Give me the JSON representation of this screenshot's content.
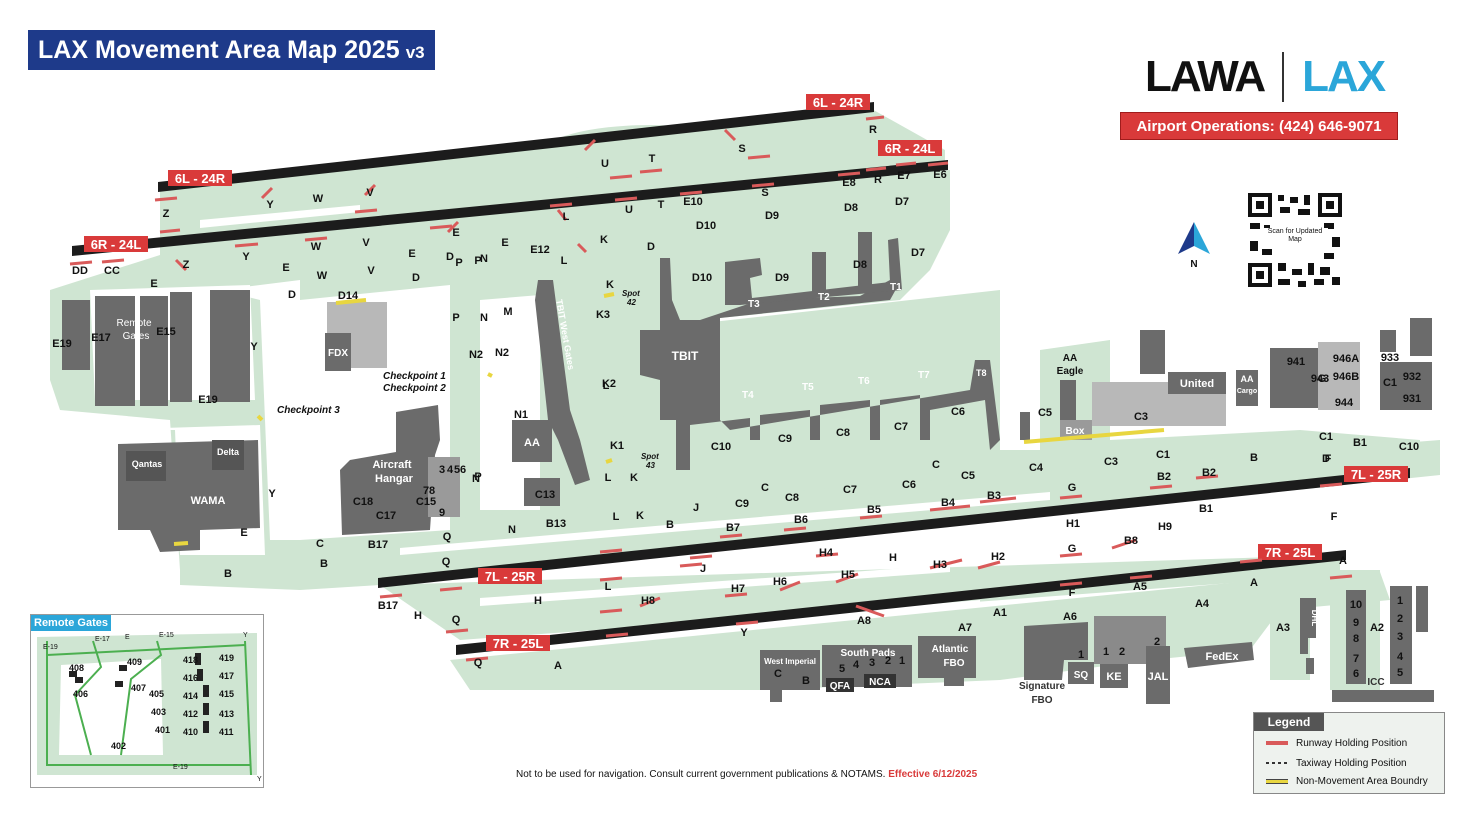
{
  "header": {
    "title": "LAX Movement Area Map 2025",
    "version": "v3",
    "logo_left": "LAWA",
    "logo_right": "LAX",
    "ops_phone": "Airport Operations: (424) 646-9071",
    "qr_caption": "Scan for Updated Map",
    "north": "N"
  },
  "colors": {
    "title_bg": "#1e3a8a",
    "ops_bg": "#d93a3a",
    "taxiway": "#cfe5d2",
    "runway": "#1c1c1c",
    "runway_hold": "#d95a5a",
    "building": "#6b6b6b",
    "building_light": "#b8b8b8",
    "non_movement": "#e8d640",
    "lax_blue": "#2ba6d9"
  },
  "runways": [
    {
      "name": "6L - 24R",
      "label_left": "6L - 24R",
      "label_right": "6L - 24R"
    },
    {
      "name": "6R - 24L",
      "label_left": "6R - 24L",
      "label_right": "6R - 24L"
    },
    {
      "name": "7L - 25R",
      "label_left": "7L - 25R",
      "label_right": "7L - 25R"
    },
    {
      "name": "7R - 25L",
      "label_left": "7R - 25L",
      "label_right": "7R - 25L"
    }
  ],
  "terminals": [
    "T1",
    "T2",
    "T3",
    "T4",
    "T5",
    "T6",
    "T7",
    "T8",
    "TBIT"
  ],
  "facilities": {
    "tbit_west": "TBIT West Gates",
    "fdx": "FDX",
    "aa": "AA",
    "hangar_line1": "Aircraft",
    "hangar_line2": "Hangar",
    "wama": "WAMA",
    "qantas": "Qantas",
    "delta": "Delta",
    "remote_line1": "Remote",
    "remote_line2": "Gates",
    "aa_eagle_line1": "AA",
    "aa_eagle_line2": "Eagle",
    "united": "United",
    "aa_cargo_line1": "AA",
    "aa_cargo_line2": "Cargo",
    "box": "Box",
    "west_imperial": "West Imperial",
    "south_pads": "South Pads",
    "atlantic_line1": "Atlantic",
    "atlantic_line2": "FBO",
    "qfa": "QFA",
    "nca": "NCA",
    "signature_line1": "Signature",
    "signature_line2": "FBO",
    "sq": "SQ",
    "ke": "KE",
    "jal": "JAL",
    "fedex": "FedEx",
    "icc": "ICC",
    "dhl": "DHL",
    "checkpoint1": "Checkpoint 1",
    "checkpoint2": "Checkpoint 2",
    "checkpoint3": "Checkpoint 3",
    "spot42_line1": "Spot",
    "spot42_line2": "42",
    "spot43_line1": "Spot",
    "spot43_line2": "43"
  },
  "labels": [
    {
      "t": "DD"
    },
    {
      "t": "CC"
    },
    {
      "t": "Z"
    },
    {
      "t": "Z"
    },
    {
      "t": "Y"
    },
    {
      "t": "Y"
    },
    {
      "t": "W"
    },
    {
      "t": "W"
    },
    {
      "t": "W"
    },
    {
      "t": "V"
    },
    {
      "t": "V"
    },
    {
      "t": "V"
    },
    {
      "t": "E"
    },
    {
      "t": "E"
    },
    {
      "t": "E"
    },
    {
      "t": "E"
    },
    {
      "t": "E"
    },
    {
      "t": "D"
    },
    {
      "t": "D"
    },
    {
      "t": "D"
    },
    {
      "t": "D"
    },
    {
      "t": "P"
    },
    {
      "t": "P"
    },
    {
      "t": "P"
    },
    {
      "t": "P"
    },
    {
      "t": "N"
    },
    {
      "t": "N"
    },
    {
      "t": "N"
    },
    {
      "t": "N"
    },
    {
      "t": "M"
    },
    {
      "t": "N1"
    },
    {
      "t": "N2"
    },
    {
      "t": "N2"
    },
    {
      "t": "E12"
    },
    {
      "t": "L"
    },
    {
      "t": "L"
    },
    {
      "t": "L"
    },
    {
      "t": "L"
    },
    {
      "t": "L"
    },
    {
      "t": "L"
    },
    {
      "t": "K"
    },
    {
      "t": "K"
    },
    {
      "t": "K"
    },
    {
      "t": "K"
    },
    {
      "t": "K3"
    },
    {
      "t": "K2"
    },
    {
      "t": "K1"
    },
    {
      "t": "U"
    },
    {
      "t": "U"
    },
    {
      "t": "T"
    },
    {
      "t": "T"
    },
    {
      "t": "S"
    },
    {
      "t": "S"
    },
    {
      "t": "R"
    },
    {
      "t": "R"
    },
    {
      "t": "E10"
    },
    {
      "t": "E8"
    },
    {
      "t": "E7"
    },
    {
      "t": "E6"
    },
    {
      "t": "D10"
    },
    {
      "t": "D10"
    },
    {
      "t": "D9"
    },
    {
      "t": "D9"
    },
    {
      "t": "D8"
    },
    {
      "t": "D8"
    },
    {
      "t": "D7"
    },
    {
      "t": "D7"
    },
    {
      "t": "D14"
    },
    {
      "t": "E19"
    },
    {
      "t": "E19"
    },
    {
      "t": "E17"
    },
    {
      "t": "E15"
    },
    {
      "t": "C18"
    },
    {
      "t": "C17"
    },
    {
      "t": "C15"
    },
    {
      "t": "C13"
    },
    {
      "t": "B13"
    },
    {
      "t": "C"
    },
    {
      "t": "C"
    },
    {
      "t": "C"
    },
    {
      "t": "B"
    },
    {
      "t": "B"
    },
    {
      "t": "B"
    },
    {
      "t": "B"
    },
    {
      "t": "B17"
    },
    {
      "t": "B17"
    },
    {
      "t": "Q"
    },
    {
      "t": "Q"
    },
    {
      "t": "Q"
    },
    {
      "t": "Q"
    },
    {
      "t": "J"
    },
    {
      "t": "J"
    },
    {
      "t": "H"
    },
    {
      "t": "H"
    },
    {
      "t": "H"
    },
    {
      "t": "H9"
    },
    {
      "t": "H8"
    },
    {
      "t": "H7"
    },
    {
      "t": "H6"
    },
    {
      "t": "H5"
    },
    {
      "t": "H4"
    },
    {
      "t": "H3"
    },
    {
      "t": "H2"
    },
    {
      "t": "H1"
    },
    {
      "t": "B8"
    },
    {
      "t": "B7"
    },
    {
      "t": "B6"
    },
    {
      "t": "B5"
    },
    {
      "t": "B4"
    },
    {
      "t": "B3"
    },
    {
      "t": "B2"
    },
    {
      "t": "B2"
    },
    {
      "t": "B1"
    },
    {
      "t": "C10"
    },
    {
      "t": "C10"
    },
    {
      "t": "C9"
    },
    {
      "t": "C9"
    },
    {
      "t": "C8"
    },
    {
      "t": "C8"
    },
    {
      "t": "C7"
    },
    {
      "t": "C7"
    },
    {
      "t": "C6"
    },
    {
      "t": "C6"
    },
    {
      "t": "C5"
    },
    {
      "t": "C5"
    },
    {
      "t": "C4"
    },
    {
      "t": "C3"
    },
    {
      "t": "C3"
    },
    {
      "t": "C1"
    },
    {
      "t": "C1"
    },
    {
      "t": "G"
    },
    {
      "t": "G"
    },
    {
      "t": "G"
    },
    {
      "t": "F"
    },
    {
      "t": "F"
    },
    {
      "t": "F"
    },
    {
      "t": "A"
    },
    {
      "t": "A"
    },
    {
      "t": "A"
    },
    {
      "t": "A1"
    },
    {
      "t": "A2"
    },
    {
      "t": "A3"
    },
    {
      "t": "A4"
    },
    {
      "t": "A5"
    },
    {
      "t": "A6"
    },
    {
      "t": "A7"
    },
    {
      "t": "A8"
    },
    {
      "t": "Y"
    },
    {
      "t": "Y"
    },
    {
      "t": "Y"
    },
    {
      "t": "E"
    },
    {
      "t": "D"
    },
    {
      "t": "B1"
    },
    {
      "t": "C1"
    },
    {
      "t": "943"
    },
    {
      "t": "941"
    },
    {
      "t": "946A"
    },
    {
      "t": "946B"
    },
    {
      "t": "944"
    },
    {
      "t": "933"
    },
    {
      "t": "932"
    },
    {
      "t": "931"
    },
    {
      "t": "10"
    },
    {
      "t": "9"
    },
    {
      "t": "8"
    },
    {
      "t": "7"
    },
    {
      "t": "6"
    },
    {
      "t": "1"
    },
    {
      "t": "2"
    },
    {
      "t": "3"
    },
    {
      "t": "4"
    },
    {
      "t": "5"
    },
    {
      "t": "1"
    },
    {
      "t": "2"
    },
    {
      "t": "1"
    },
    {
      "t": "2"
    },
    {
      "t": "C"
    },
    {
      "t": "B"
    },
    {
      "t": "5"
    },
    {
      "t": "4"
    },
    {
      "t": "3"
    },
    {
      "t": "2"
    },
    {
      "t": "1"
    },
    {
      "t": "3"
    },
    {
      "t": "4"
    },
    {
      "t": "5"
    },
    {
      "t": "6"
    },
    {
      "t": "7"
    },
    {
      "t": "8"
    },
    {
      "t": "9"
    }
  ],
  "remote_gates": {
    "title": "Remote Gates",
    "labels": [
      "408",
      "406",
      "409",
      "407",
      "405",
      "403",
      "401",
      "402",
      "418",
      "416",
      "414",
      "412",
      "410",
      "419",
      "417",
      "415",
      "413",
      "411",
      "E-19",
      "E-17",
      "E",
      "E-15",
      "Y",
      "E-19",
      "Y"
    ]
  },
  "legend": {
    "title": "Legend",
    "items": [
      {
        "label": "Runway Holding Position",
        "color": "#d95a5a"
      },
      {
        "label": "Taxiway Holding Position",
        "color": "#333333"
      },
      {
        "label": "Non-Movement Area Boundry",
        "color": "#e8d640"
      }
    ]
  },
  "footer": {
    "note": "Not to be used for navigation. Consult current government publications & NOTAMS.",
    "effective": "Effective 6/12/2025"
  }
}
